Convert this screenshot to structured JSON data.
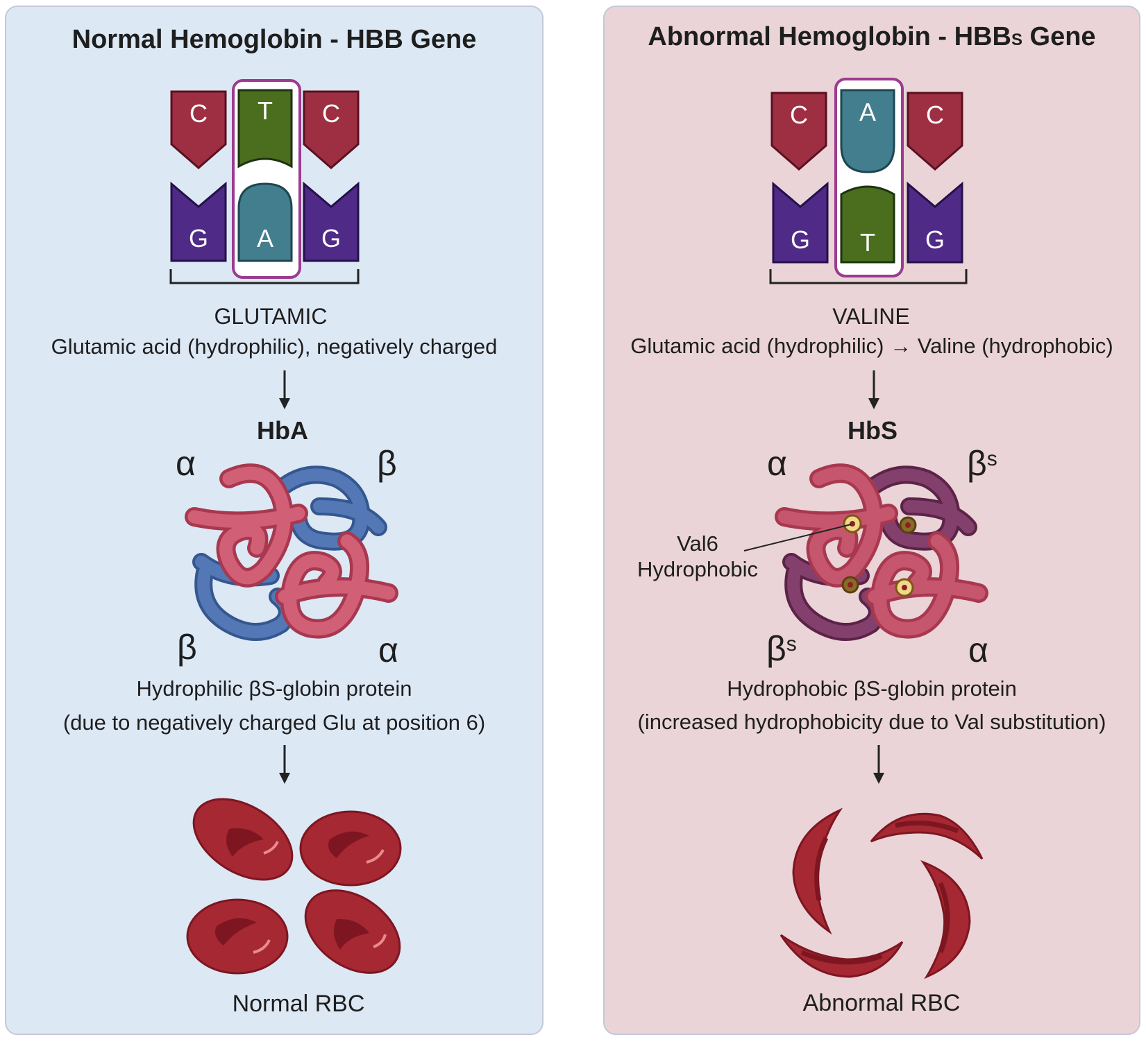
{
  "normal": {
    "title": "Normal Hemoglobin - HBB Gene",
    "codon_top": [
      "C",
      "T",
      "C"
    ],
    "codon_bottom": [
      "G",
      "A",
      "G"
    ],
    "codon_label": "GLUTAMIC",
    "codon_desc": "Glutamic acid (hydrophilic), negatively charged",
    "protein_name": "HbA",
    "subunits": {
      "top_left": "α",
      "top_right": "β",
      "bottom_left": "β",
      "bottom_right": "α"
    },
    "protein_desc_1": "Hydrophilic βS-globin protein",
    "protein_desc_2": "(due to negatively charged Glu at position 6)",
    "rbc_label": "Normal RBC"
  },
  "abnormal": {
    "title_prefix": "Abnormal Hemoglobin - HBB",
    "title_sub": "S",
    "title_suffix": "Gene",
    "codon_top": [
      "C",
      "A",
      "C"
    ],
    "codon_bottom": [
      "G",
      "T",
      "G"
    ],
    "codon_label": "VALINE",
    "codon_desc": "Glutamic acid (hydrophilic) → Valine (hydrophobic)",
    "protein_name": "HbS",
    "subunits": {
      "top_left": "α",
      "top_right": "β",
      "top_right_sup": "s",
      "bottom_left": "β",
      "bottom_left_sup": "s",
      "bottom_right": "α"
    },
    "callout_line1": "Val6",
    "callout_line2": "Hydrophobic",
    "protein_desc_1": "Hydrophobic βS-globin protein",
    "protein_desc_2": "(increased hydrophobicity due to Val substitution)",
    "rbc_label": "Abnormal RBC"
  },
  "colors": {
    "cytosine": "#9e2f42",
    "guanine": "#4f2a86",
    "thymine": "#4a6d1e",
    "adenine": "#437e8f",
    "highlight_border": "#9c3b8f",
    "alpha_chain": "#c95268",
    "beta_chain": "#4a6fa8",
    "beta_s_chain": "#7a3760",
    "rbc": "#a52833",
    "rbc_dark": "#7d1621"
  }
}
